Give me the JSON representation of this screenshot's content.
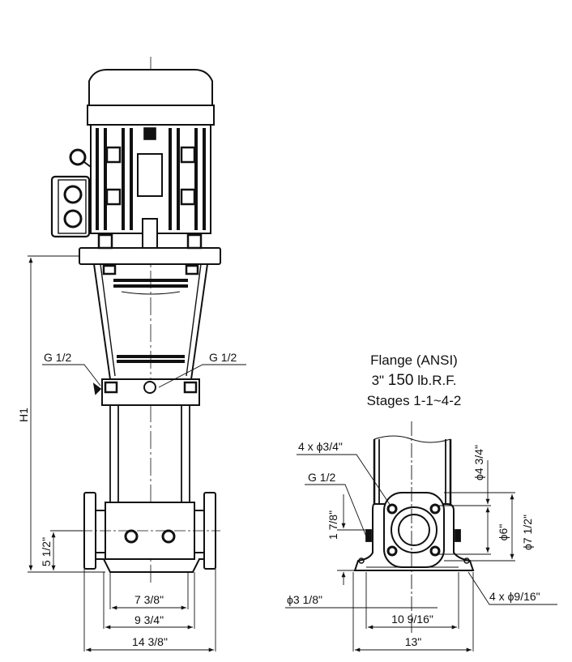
{
  "flange": {
    "title": "Flange (ANSI)",
    "rating_prefix": "3\"",
    "rating_num": "150",
    "rating_suffix": "lb.R.F.",
    "stages": "Stages 1-1~4-2"
  },
  "labels": {
    "g_left": "G 1/2",
    "g_mid": "G 1/2",
    "g_flange": "G 1/2",
    "h1": "H1",
    "d_5_1_2": "5 1/2\"",
    "d_7_3_8": "7 3/8\"",
    "d_9_3_4": "9 3/4\"",
    "d_14_3_8": "14 3/8\"",
    "holes_small": "4 x ϕ3/4\"",
    "holes_large": "4 x ϕ9/16\"",
    "d_phi_4_3_4": "ϕ4 3/4\"",
    "d_phi_6": "ϕ6\"",
    "d_phi_7_1_2": "ϕ7 1/2\"",
    "d_1_7_8": "1 7/8\"",
    "d_phi_3_1_8": "ϕ3 1/8\"",
    "d_10_9_16": "10 9/16\"",
    "d_13": "13\""
  },
  "colors": {
    "line": "#111111",
    "background": "#ffffff"
  }
}
